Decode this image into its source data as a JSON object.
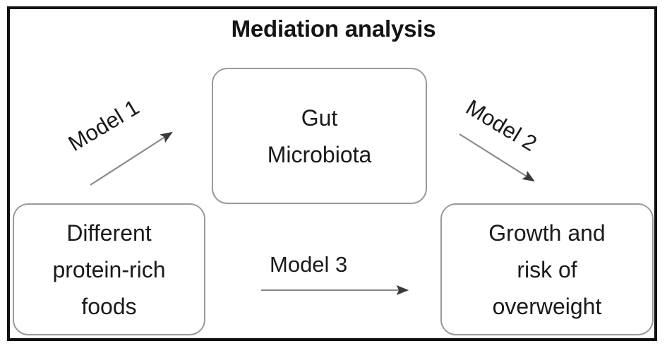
{
  "figure": {
    "title": "Mediation analysis",
    "frame_color": "#111111",
    "node_border_color": "#9a9a9a",
    "text_color": "#1a1a1a",
    "arrow_color": "#5a5a5a"
  },
  "nodes": {
    "exposure": {
      "label": "Different\nprotein-rich\nfoods"
    },
    "mediator": {
      "label": "Gut\nMicrobiota"
    },
    "outcome": {
      "label": "Growth and\nrisk of\noverweight"
    }
  },
  "edges": [
    {
      "id": "model-1",
      "label": "Model 1",
      "from": "exposure",
      "to": "mediator",
      "direction": "up-right"
    },
    {
      "id": "model-2",
      "label": "Model 2",
      "from": "mediator",
      "to": "outcome",
      "direction": "down-right"
    },
    {
      "id": "model-3",
      "label": "Model 3",
      "from": "exposure",
      "to": "outcome",
      "direction": "right"
    }
  ],
  "edge_labels": {
    "model1": "Model 1",
    "model2": "Model 2",
    "model3": "Model 3"
  }
}
